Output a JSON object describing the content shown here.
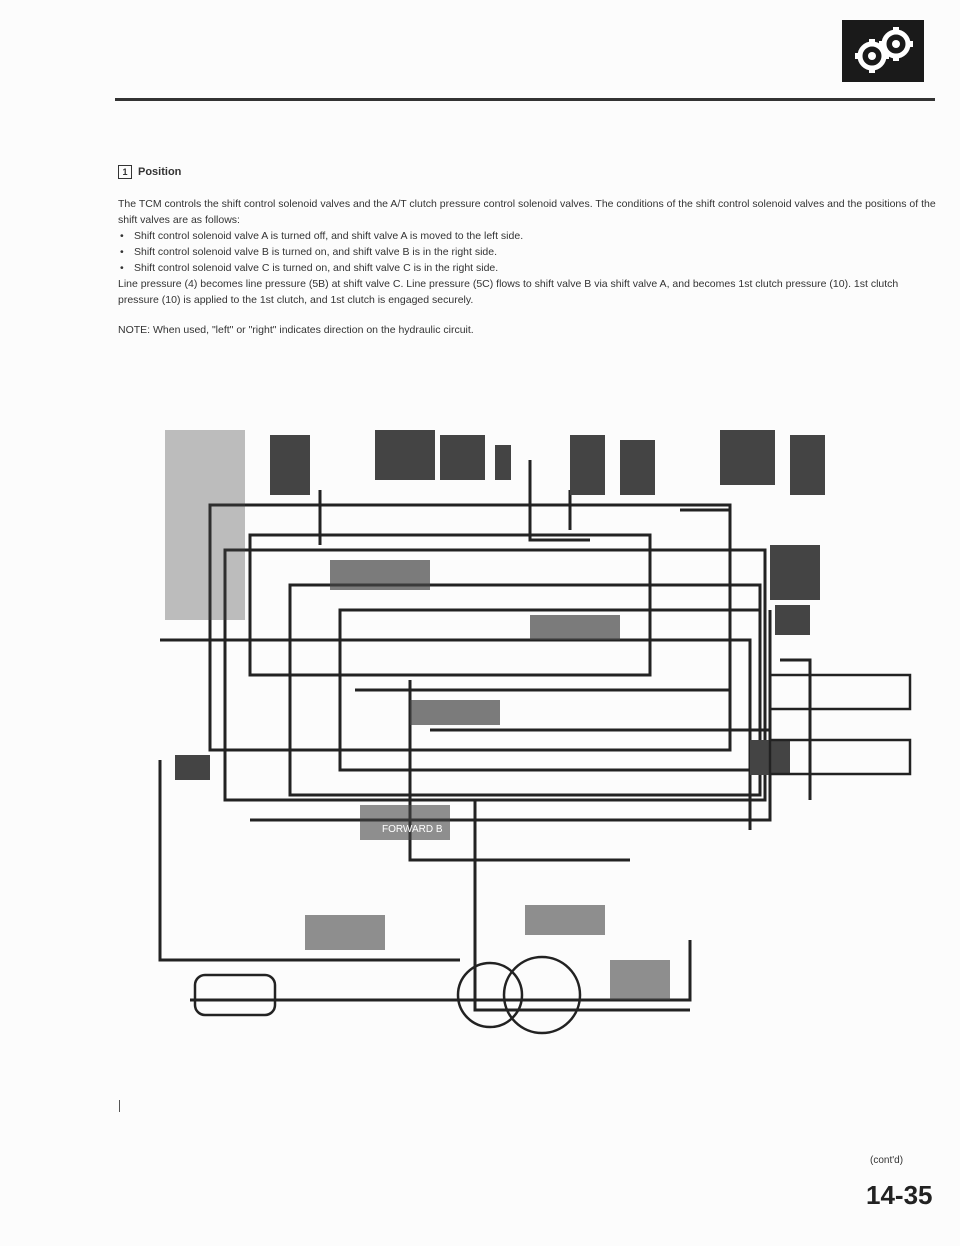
{
  "header": {
    "logo_icon": "gear-transmission-icon"
  },
  "section": {
    "gear_label": "1",
    "title": "Position",
    "intro": "The TCM controls the shift control solenoid valves and the A/T clutch pressure control solenoid valves. The conditions of the shift control solenoid valves and the positions of the shift valves are as follows:",
    "bullets": [
      "Shift control solenoid valve A is turned off, and shift valve A is moved to the left side.",
      "Shift control solenoid valve B is turned on, and shift valve B is in the right side.",
      "Shift control solenoid valve C is turned on, and shift valve C is in the right side."
    ],
    "flow": "Line pressure (4) becomes line pressure (5B) at shift valve C. Line pressure (5C) flows to shift valve B via shift valve A, and becomes 1st clutch pressure (10). 1st clutch pressure (10) is applied to the 1st clutch, and 1st clutch is engaged securely.",
    "note": "NOTE: When used, \"left\" or \"right\" indicates direction on the hydraulic circuit."
  },
  "diagram": {
    "labels": [],
    "highlight_label": "FORWARD B"
  },
  "footer": {
    "contd": "(cont'd)",
    "page_number": "14-35"
  }
}
